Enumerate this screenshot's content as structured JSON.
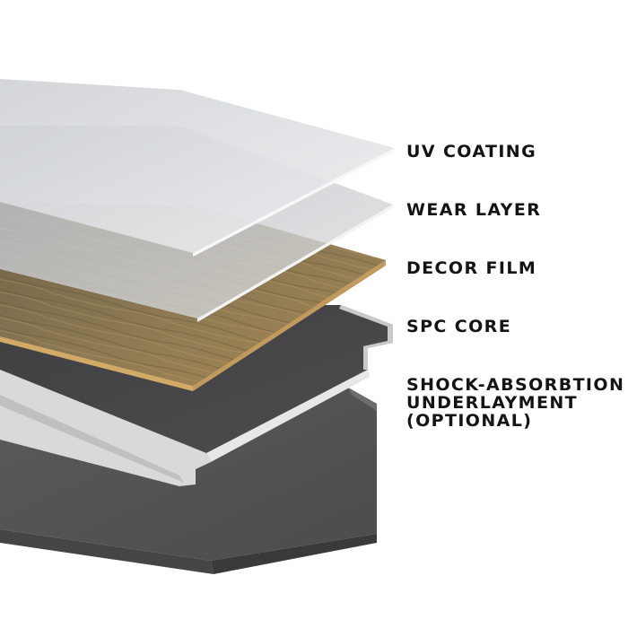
{
  "layers": [
    {
      "id": "uv",
      "label": "UV COATING"
    },
    {
      "id": "wear",
      "label": "WEAR LAYER"
    },
    {
      "id": "decor",
      "label": "DECOR FILM"
    },
    {
      "id": "spc",
      "label": "SPC CORE"
    },
    {
      "id": "shock",
      "label_lines": [
        "SHOCK-ABSORBTION",
        "UNDERLAYMENT",
        "(OPTIONAL)"
      ]
    }
  ],
  "colors": {
    "uv_coating": "#dfe1e3",
    "wear_layer": "#c9cccf",
    "decor_film": "#8a7a5c",
    "decor_edge": "#b8935a",
    "spc_core_top": "#4a4a4c",
    "spc_core_edge": "#d4d5d7",
    "underlayment": "#555557",
    "text": "#141414"
  }
}
